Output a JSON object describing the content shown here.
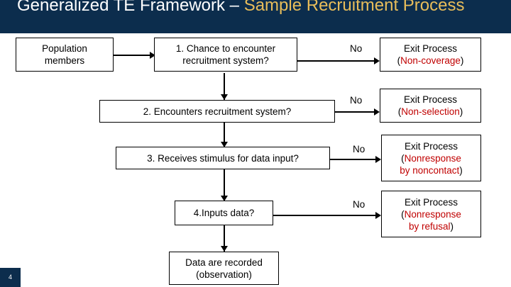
{
  "header": {
    "title_part_white": "Generalized TE Framework – ",
    "title_part_gold": "Sample Recruitment Process",
    "background_color": "#0c2d4d",
    "white_color": "#ffffff",
    "gold_color": "#e8bd5a"
  },
  "footer": {
    "page_number": "4"
  },
  "colors": {
    "box_border": "#000000",
    "box_text": "#000000",
    "highlight_red": "#c00000",
    "canvas": "#ffffff"
  },
  "flow": {
    "start_box": {
      "line1": "Population",
      "line2": "members"
    },
    "steps": [
      {
        "label": "1. Chance to encounter",
        "label2": "recruitment system?"
      },
      {
        "label": "2. Encounters recruitment system?"
      },
      {
        "label": "3. Receives stimulus for data input?"
      },
      {
        "label": "4.Inputs data?"
      }
    ],
    "end_box": {
      "line1": "Data are recorded",
      "line2": "(observation)"
    },
    "branch_label": "No",
    "exits": [
      {
        "line1": "Exit Process",
        "paren_open": "(",
        "reason": "Non-coverage",
        "paren_close": ")"
      },
      {
        "line1": "Exit Process",
        "paren_open": "(",
        "reason": "Non-selection",
        "paren_close": ")"
      },
      {
        "line1": "Exit Process",
        "paren_open": "(",
        "reason": "Nonresponse",
        "reason2": "by noncontact",
        "paren_close": ")"
      },
      {
        "line1": "Exit Process",
        "paren_open": "(",
        "reason": "Nonresponse",
        "reason2": "by refusal",
        "paren_close": ")"
      }
    ]
  }
}
